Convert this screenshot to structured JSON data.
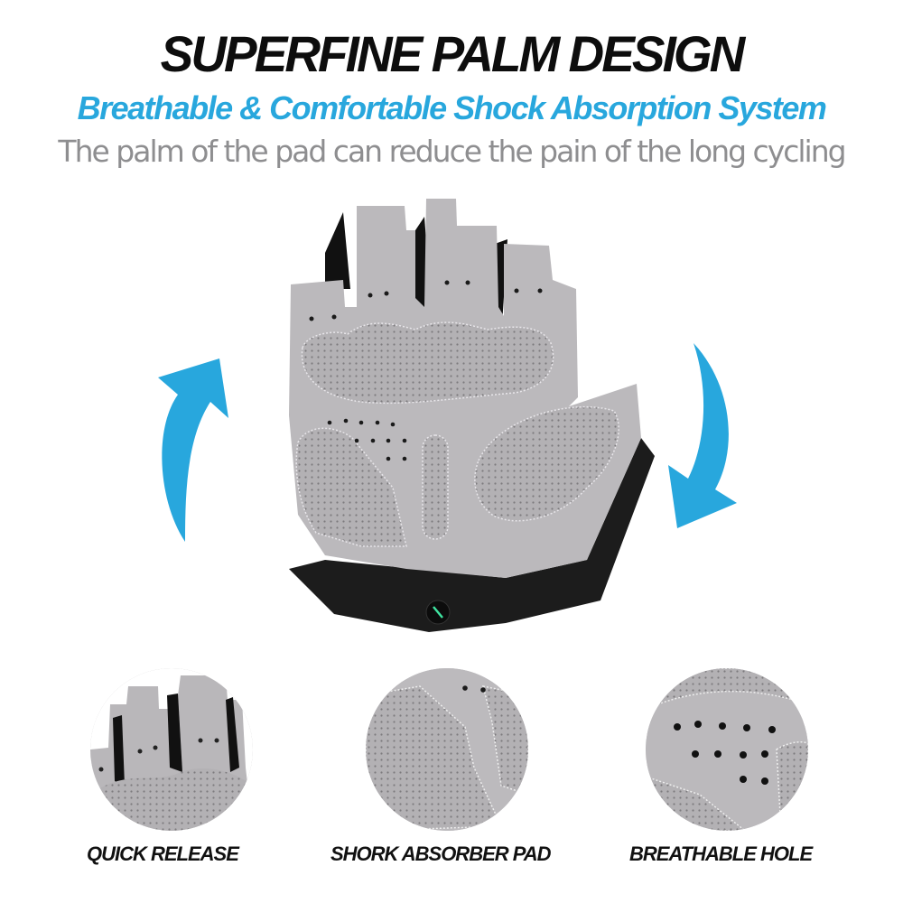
{
  "header": {
    "title": "SUPERFINE PALM DESIGN",
    "subtitle": "Breathable & Comfortable Shock Absorption System",
    "tagline": "The palm of the pad can reduce the pain of the long cycling"
  },
  "hero": {
    "product": "half-finger cycling glove (palm view)",
    "left_arrow_icon": "curved-arrow-up-icon",
    "right_arrow_icon": "curved-arrow-down-icon"
  },
  "features": [
    {
      "label": "QUICK RELEASE",
      "image": "finger-pull-tabs-closeup"
    },
    {
      "label": "SHORK ABSORBER PAD",
      "image": "gel-pad-closeup"
    },
    {
      "label": "BREATHABLE HOLE",
      "image": "perforated-palm-closeup"
    }
  ],
  "colors": {
    "accent_blue": "#28a7dd",
    "title_black": "#0d0d0d",
    "tagline_gray": "#8e8e90",
    "glove_gray": "#b9b7ba",
    "glove_black": "#1c1c1c",
    "logo_green": "#3fe3a0"
  }
}
